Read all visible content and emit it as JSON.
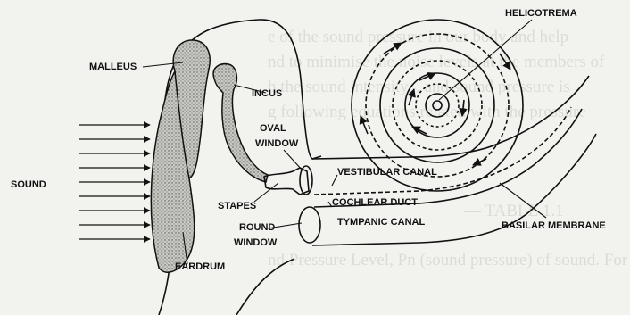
{
  "labels": {
    "helicotrema": "HELICOTREMA",
    "malleus": "MALLEUS",
    "incus": "INCUS",
    "oval_window_1": "OVAL",
    "oval_window_2": "WINDOW",
    "sound": "SOUND",
    "stapes": "STAPES",
    "vestibular_canal": "VESTIBULAR CANAL",
    "cochlear_duct": "COCHLEAR DUCT",
    "tympanic_canal": "TYMPANIC CANAL",
    "round_window_1": "ROUND",
    "round_window_2": "WINDOW",
    "basilar_membrane": "BASILAR MEMBRANE",
    "eardrum": "EARDRUM"
  },
  "background_text": [
    "e of the sound pressure in our body and help",
    "nd to minimise the noise levels at the members of",
    "h the sound intensity... and sound pressure is",
    "g following equations related with the pressure",
    "— TABLE 1.1",
    "nd Pressure Level, Pn (sound pressure) of sound. For"
  ]
}
